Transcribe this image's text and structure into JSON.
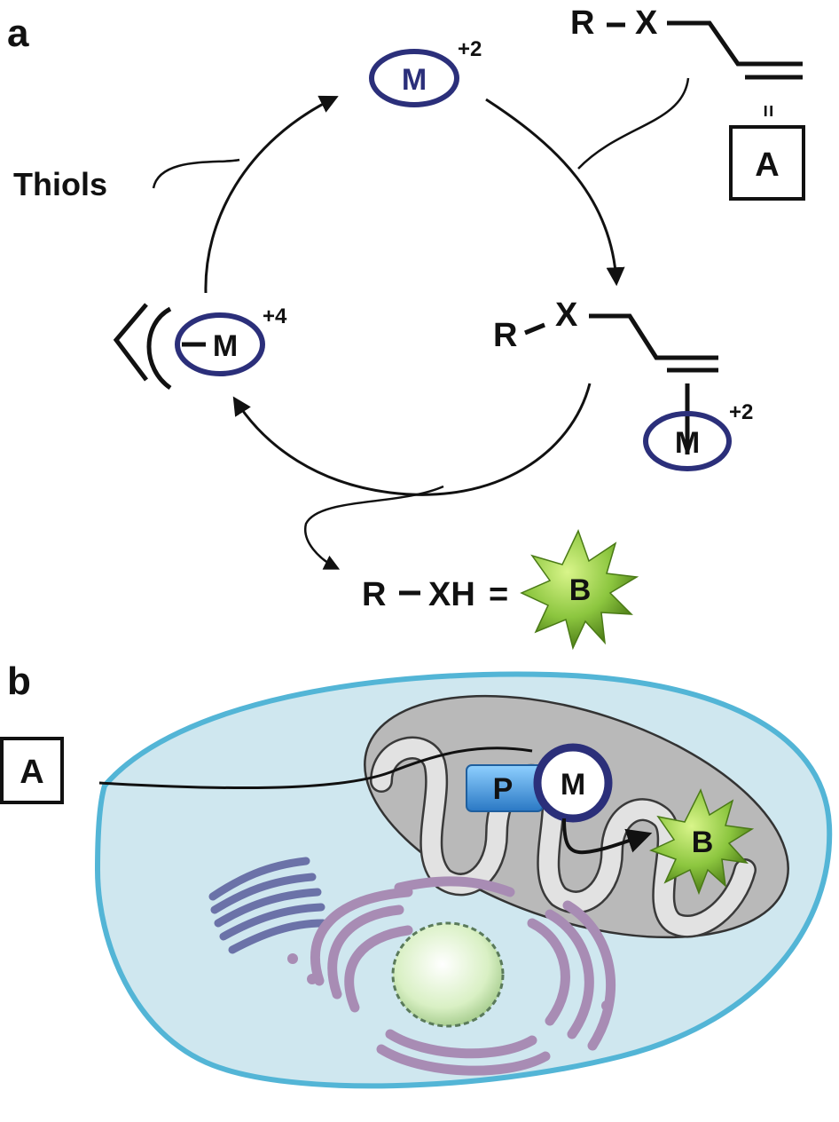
{
  "panel_a": {
    "panel_label": "a",
    "metal_symbol": "M",
    "charge_top": "+2",
    "charge_right": "+2",
    "charge_left": "+4",
    "thiols_label": "Thiols",
    "substrate_r": "R",
    "substrate_x": "X",
    "equals_sign": "=",
    "box_label": "A",
    "bound_r": "R",
    "bound_x": "X",
    "product_r": "R",
    "product_xh": "XH",
    "product_equals": "=",
    "star_label": "B"
  },
  "panel_b": {
    "panel_label": "b",
    "box_label": "A",
    "protein_label": "P",
    "metal_label": "M",
    "star_label": "B"
  },
  "colors": {
    "metal_ring": "#2b2f7a",
    "star_green": "#7fbf2a",
    "cell_fill": "#cde6ee",
    "cell_border": "#4fb2d3",
    "mito_fill": "#b8b8b8",
    "protein_blue": "#3a8fd6",
    "golgi_purple": "#a58bb0",
    "er_blue": "#6a72a6",
    "nucleus_green": "#d6efc0"
  }
}
